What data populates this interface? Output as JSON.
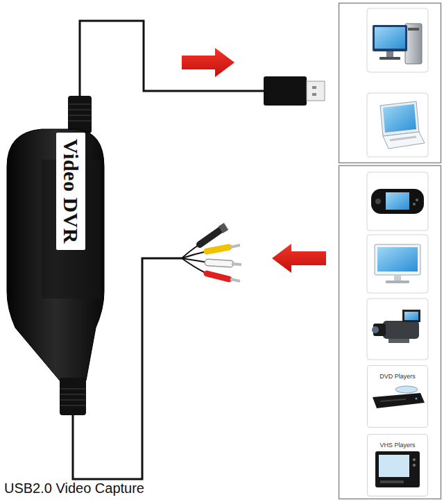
{
  "diagram": {
    "caption": "USB2.0 Video Capture",
    "nodes": [
      {
        "text": [
          "Video DVR"
        ]
      },
      {
        "text": [
          "DVD Players"
        ]
      },
      {
        "text": [
          "VHS Players"
        ]
      }
    ]
  }
}
